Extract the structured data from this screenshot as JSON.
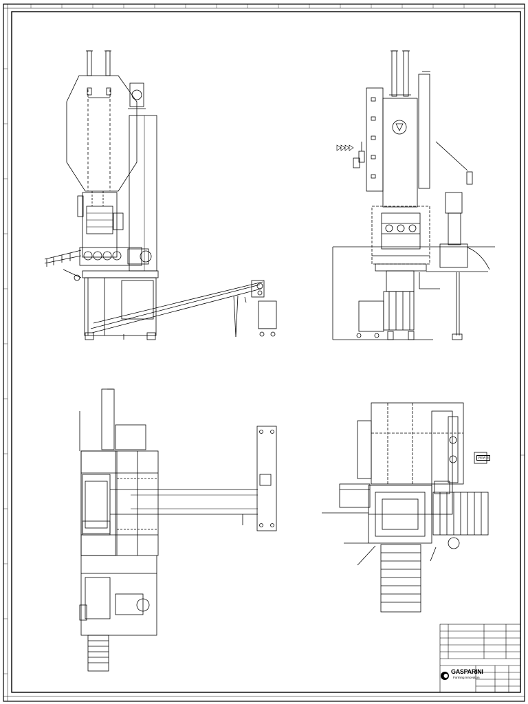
{
  "drawing": {
    "company": "GASPARINI",
    "company_sub": "Forming Innovation",
    "detail_label": "VIEW B"
  },
  "colors": {
    "line": "#000000",
    "paper": "#ffffff"
  }
}
